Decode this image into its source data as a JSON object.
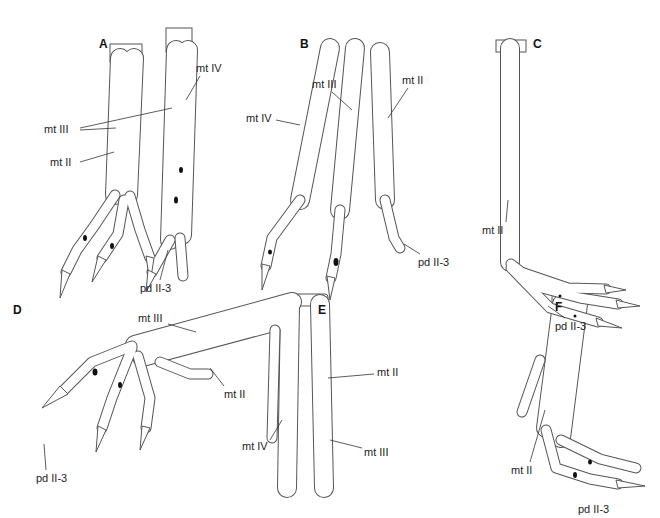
{
  "diagram": {
    "labels": [
      "A",
      "mt IV",
      "mt III",
      "mt II",
      "pd II-3",
      "B",
      "mt III",
      "mt II",
      "mt IV",
      "pd II-3",
      "C",
      "mt II",
      "pd II-3",
      "D",
      "mt III",
      "mt II",
      "pd II-3",
      "E",
      "mt II",
      "mt IV",
      "mt III",
      "F",
      "mt II",
      "pd II-3"
    ]
  }
}
